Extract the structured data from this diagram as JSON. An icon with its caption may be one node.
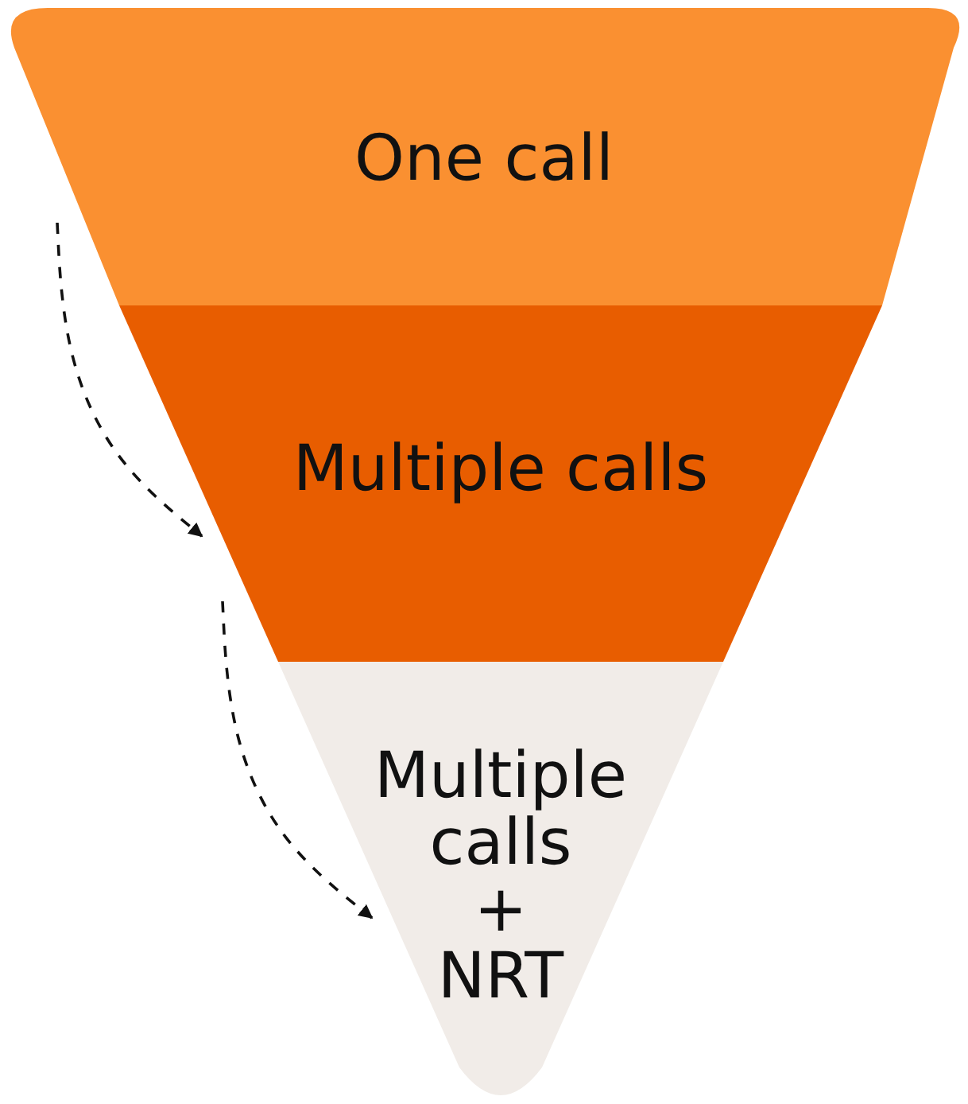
{
  "diagram": {
    "nodes": [
      {
        "text": [
          "One call"
        ]
      },
      {
        "text": [
          "Multiple calls"
        ]
      },
      {
        "text": [
          "Multiple calls + NRT"
        ]
      }
    ],
    "edges": [
      {
        "from": 0,
        "to": 1,
        "arrow": "to",
        "style": "dashed"
      },
      {
        "from": 1,
        "to": 2,
        "arrow": "to",
        "style": "dashed"
      }
    ]
  }
}
